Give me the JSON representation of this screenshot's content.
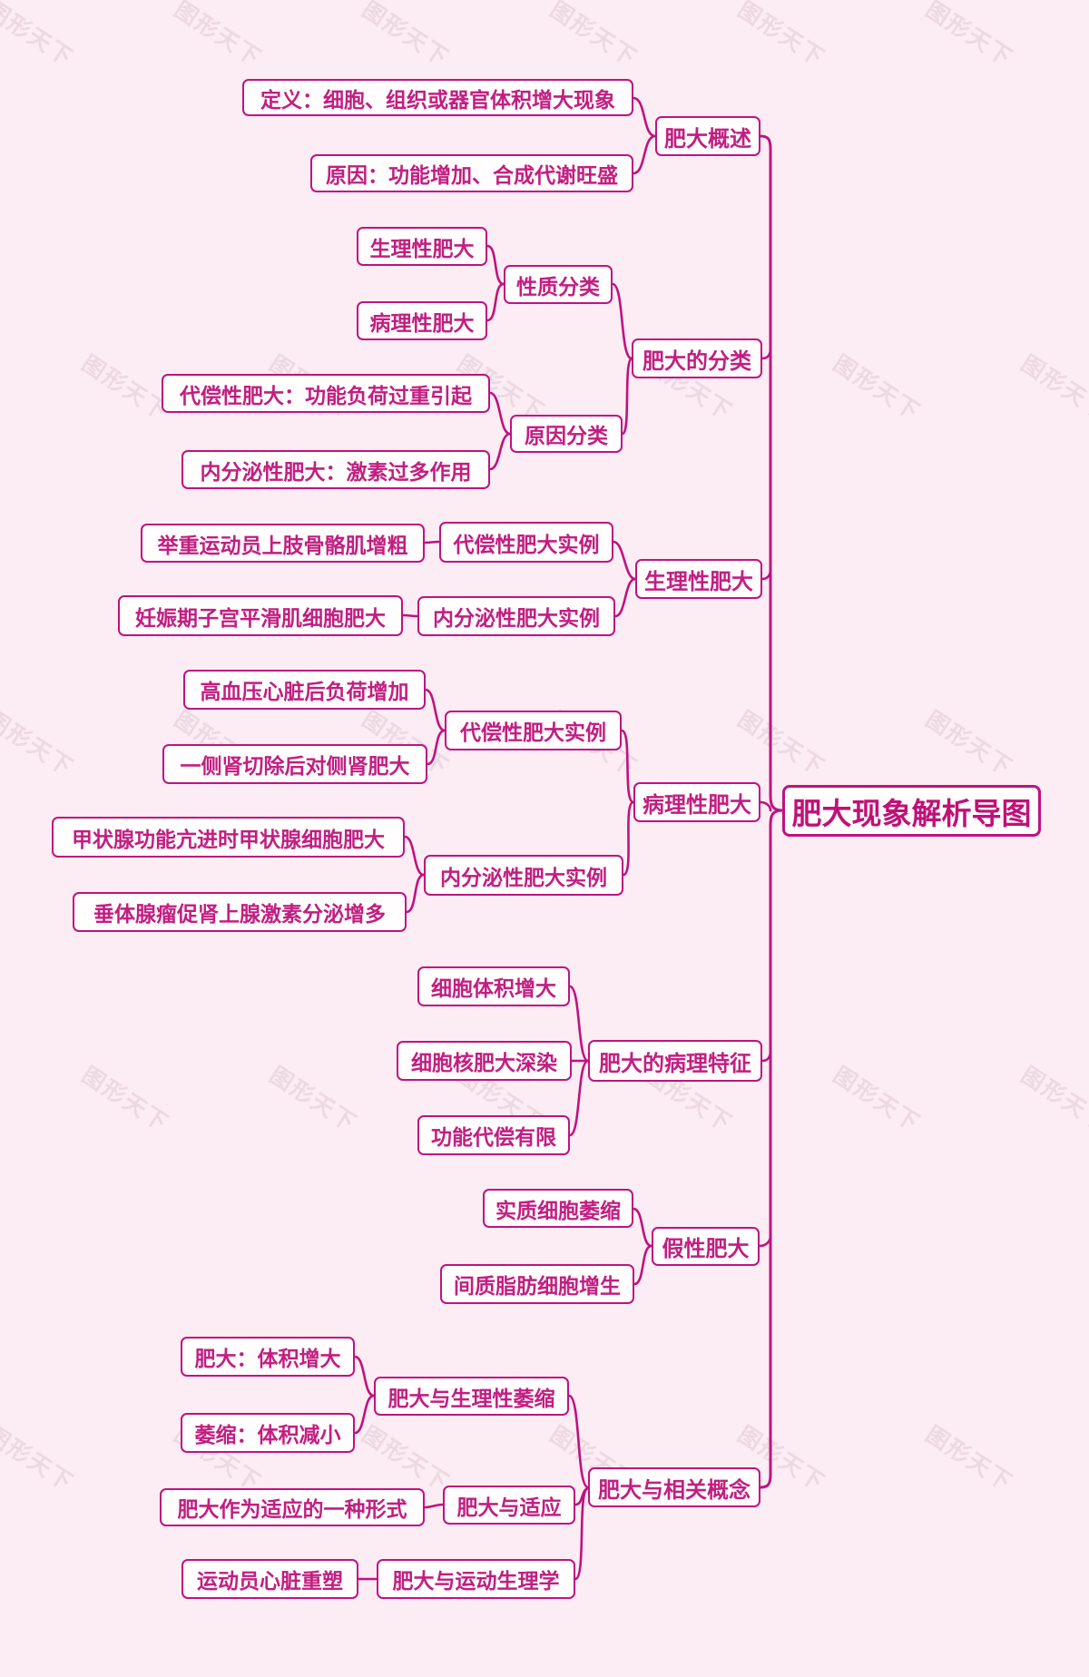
{
  "title": "肥大现象解析导图",
  "watermark": "图形天下",
  "colors": {
    "background": "#fcecf3",
    "node_fill": "#fffdfe",
    "accent": "#bf1280",
    "text": "#c21e81"
  },
  "root": {
    "label": "肥大现象解析导图"
  },
  "branches": [
    {
      "label": "肥大概述",
      "children": [
        {
          "label": "定义：细胞、组织或器官体积增大现象"
        },
        {
          "label": "原因：功能增加、合成代谢旺盛"
        }
      ]
    },
    {
      "label": "肥大的分类",
      "children": [
        {
          "label": "性质分类",
          "children": [
            {
              "label": "生理性肥大"
            },
            {
              "label": "病理性肥大"
            }
          ]
        },
        {
          "label": "原因分类",
          "children": [
            {
              "label": "代偿性肥大：功能负荷过重引起"
            },
            {
              "label": "内分泌性肥大：激素过多作用"
            }
          ]
        }
      ]
    },
    {
      "label": "生理性肥大",
      "children": [
        {
          "label": "代偿性肥大实例",
          "children": [
            {
              "label": "举重运动员上肢骨骼肌增粗"
            }
          ]
        },
        {
          "label": "内分泌性肥大实例",
          "children": [
            {
              "label": "妊娠期子宫平滑肌细胞肥大"
            }
          ]
        }
      ]
    },
    {
      "label": "病理性肥大",
      "children": [
        {
          "label": "代偿性肥大实例",
          "children": [
            {
              "label": "高血压心脏后负荷增加"
            },
            {
              "label": "一侧肾切除后对侧肾肥大"
            }
          ]
        },
        {
          "label": "内分泌性肥大实例",
          "children": [
            {
              "label": "甲状腺功能亢进时甲状腺细胞肥大"
            },
            {
              "label": "垂体腺瘤促肾上腺激素分泌增多"
            }
          ]
        }
      ]
    },
    {
      "label": "肥大的病理特征",
      "children": [
        {
          "label": "细胞体积增大"
        },
        {
          "label": "细胞核肥大深染"
        },
        {
          "label": "功能代偿有限"
        }
      ]
    },
    {
      "label": "假性肥大",
      "children": [
        {
          "label": "实质细胞萎缩"
        },
        {
          "label": "间质脂肪细胞增生"
        }
      ]
    },
    {
      "label": "肥大与相关概念",
      "children": [
        {
          "label": "肥大与生理性萎缩",
          "children": [
            {
              "label": "肥大：体积增大"
            },
            {
              "label": "萎缩：体积减小"
            }
          ]
        },
        {
          "label": "肥大与适应",
          "children": [
            {
              "label": "肥大作为适应的一种形式"
            }
          ]
        },
        {
          "label": "肥大与运动生理学",
          "children": [
            {
              "label": "运动员心脏重塑"
            }
          ]
        }
      ]
    }
  ]
}
